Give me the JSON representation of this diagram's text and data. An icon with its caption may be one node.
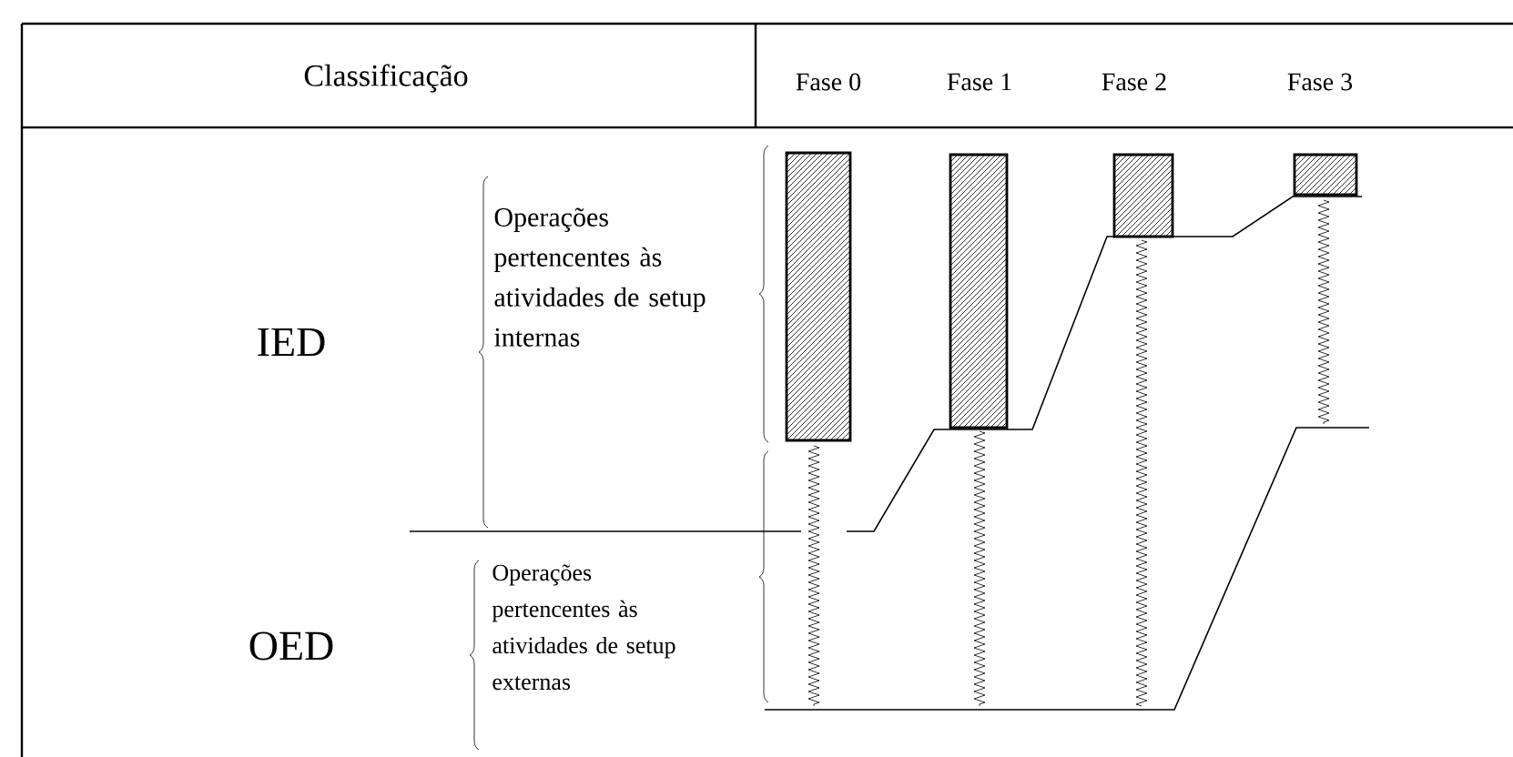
{
  "diagram": {
    "labels": [
      "Classificação",
      "Fase 0",
      "Fase 1",
      "Fase 2",
      "Fase 3",
      "IED",
      "Operações pertencentes às atividades de setup internas",
      "OED",
      "Operações pertencentes às atividades de setup externas"
    ]
  }
}
